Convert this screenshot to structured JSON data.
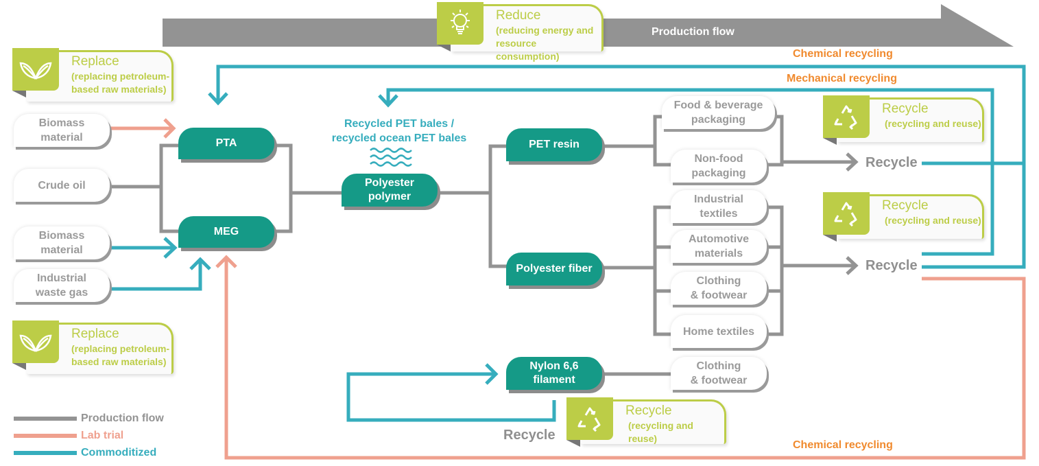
{
  "colors": {
    "production": "#939393",
    "lab_trial": "#efa08e",
    "commoditized": "#36adbd",
    "node": "#159a87",
    "badge_green": "#bccd47",
    "orange_label": "#f08a2e"
  },
  "header_arrow": {
    "label": "Production flow"
  },
  "badges": {
    "reduce": {
      "icon": "lightbulb-icon",
      "title": "Reduce",
      "subtitle_1": "(reducing energy and",
      "subtitle_2": "resource consumption)"
    },
    "replace_top": {
      "icon": "leaves-icon",
      "title": "Replace",
      "subtitle_1": "(replacing petroleum-",
      "subtitle_2": "based raw materials)"
    },
    "replace_bottom": {
      "icon": "leaves-icon",
      "title": "Replace",
      "subtitle_1": "(replacing petroleum-",
      "subtitle_2": "based raw materials)"
    },
    "recycle_pet": {
      "icon": "recycle-icon",
      "title": "Recycle",
      "subtitle_1": "(recycling and reuse)"
    },
    "recycle_fiber": {
      "icon": "recycle-icon",
      "title": "Recycle",
      "subtitle_1": "(recycling and reuse)"
    },
    "recycle_nylon": {
      "icon": "recycle-icon",
      "title": "Recycle",
      "subtitle_1": "(recycling and reuse)"
    }
  },
  "inputs": {
    "biomass_1": {
      "line1": "Biomass",
      "line2": "material"
    },
    "crude_oil": {
      "line1": "Crude oil"
    },
    "biomass_2": {
      "line1": "Biomass",
      "line2": "material"
    },
    "waste_gas": {
      "line1": "Industrial",
      "line2": "waste gas"
    }
  },
  "nodes": {
    "pta": "PTA",
    "meg": "MEG",
    "polyester_polymer": {
      "line1": "Polyester",
      "line2": "polymer"
    },
    "pet_resin": "PET resin",
    "polyester_fiber": "Polyester fiber",
    "nylon": {
      "line1": "Nylon 6,6",
      "line2": "filament"
    }
  },
  "pet_bales": {
    "line1": "Recycled PET bales /",
    "line2": "recycled ocean PET bales",
    "icon": "waves-icon"
  },
  "outputs": {
    "food_bev": {
      "line1": "Food & beverage",
      "line2": "packaging"
    },
    "non_food": {
      "line1": "Non-food",
      "line2": "packaging"
    },
    "industrial_textiles": {
      "line1": "Industrial",
      "line2": "textiles"
    },
    "automotive": {
      "line1": "Automotive",
      "line2": "materials"
    },
    "clothing_1": {
      "line1": "Clothing",
      "line2": "& footwear"
    },
    "home_textiles": {
      "line1": "Home textiles"
    },
    "clothing_2": {
      "line1": "Clothing",
      "line2": "& footwear"
    }
  },
  "recycle_labels": {
    "pet": "Recycle",
    "fiber": "Recycle",
    "nylon": "Recycle"
  },
  "route_labels": {
    "chemical_top": "Chemical recycling",
    "mechanical": "Mechanical recycling",
    "chemical_bottom": "Chemical recycling"
  },
  "legend": [
    {
      "label": "Production flow",
      "color": "#939393"
    },
    {
      "label": "Lab trial",
      "color": "#efa08e"
    },
    {
      "label": "Commoditized",
      "color": "#36adbd"
    }
  ]
}
